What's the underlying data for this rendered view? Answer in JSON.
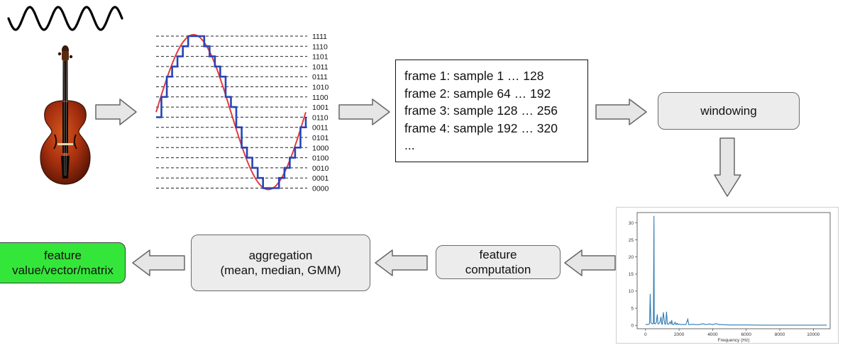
{
  "quantization": {
    "levels": [
      "1111",
      "1110",
      "1101",
      "1011",
      "0111",
      "1010",
      "1100",
      "1001",
      "0110",
      "0011",
      "0101",
      "1000",
      "0100",
      "0010",
      "0001",
      "0000"
    ]
  },
  "frames": {
    "lines": [
      "frame 1: sample 1 … 128",
      "frame 2: sample 64 … 192",
      "frame 3: sample 128 … 256",
      "frame 4: sample 192 … 320",
      "..."
    ]
  },
  "steps": {
    "windowing": "windowing",
    "feature_computation_line1": "feature",
    "feature_computation_line2": "computation",
    "aggregation_line1": "aggregation",
    "aggregation_line2": "(mean, median, GMM)",
    "output_line1": "feature",
    "output_line2": "value/vector/matrix"
  },
  "colors": {
    "output_box": "#35e63a",
    "step_box": "#ececec",
    "arrow_fill": "#e6e6e6",
    "signal_red": "#e33b3b",
    "quantized_blue": "#2744b8",
    "spectrum_line": "#2f7bb3"
  },
  "icons": {
    "sine_wave": "sine-wave-icon",
    "instrument": "violin-icon"
  },
  "chart_data": {
    "type": "line",
    "xlabel": "Frequency (Hz)",
    "ylabel": "",
    "xlim": [
      -500,
      11000
    ],
    "ylim": [
      -1,
      33
    ],
    "x_ticks": [
      "0",
      "2000",
      "4000",
      "6000",
      "8000",
      "10000"
    ],
    "y_ticks": [
      "0",
      "5",
      "10",
      "15",
      "20",
      "25",
      "30"
    ],
    "series": [
      {
        "x": [
          0,
          180,
          240,
          280,
          320,
          360,
          420,
          470,
          500,
          520,
          560,
          640,
          700,
          740,
          780,
          860,
          920,
          960,
          1000,
          1060,
          1140,
          1200,
          1250,
          1300,
          1380,
          1460,
          1520,
          1560,
          1600,
          1680,
          1760,
          1820,
          1880,
          1940,
          2000,
          2100,
          2200,
          2300,
          2400,
          2520,
          2580,
          2640,
          2800,
          3000,
          3200,
          3400,
          3600,
          3800,
          4000,
          4200,
          4400,
          4600,
          5000,
          5500,
          6000,
          7000,
          8000,
          9000,
          10000,
          10800
        ],
        "y": [
          0.2,
          0.3,
          0.5,
          9.2,
          0.8,
          0.6,
          0.4,
          0.6,
          32,
          0.6,
          0.4,
          0.8,
          3.2,
          0.5,
          0.4,
          1.0,
          2.5,
          0.4,
          0.3,
          3.8,
          0.5,
          0.3,
          4.0,
          0.4,
          0.3,
          1.0,
          0.4,
          1.5,
          0.3,
          0.2,
          0.9,
          0.2,
          0.6,
          0.2,
          0.4,
          0.2,
          0.3,
          0.2,
          0.2,
          1.8,
          0.2,
          0.2,
          0.3,
          0.2,
          0.2,
          0.5,
          0.2,
          0.4,
          0.2,
          0.5,
          0.2,
          0.2,
          0.1,
          0.1,
          0.1,
          0.05,
          0.05,
          0.05,
          0.05,
          0.05
        ]
      }
    ]
  }
}
